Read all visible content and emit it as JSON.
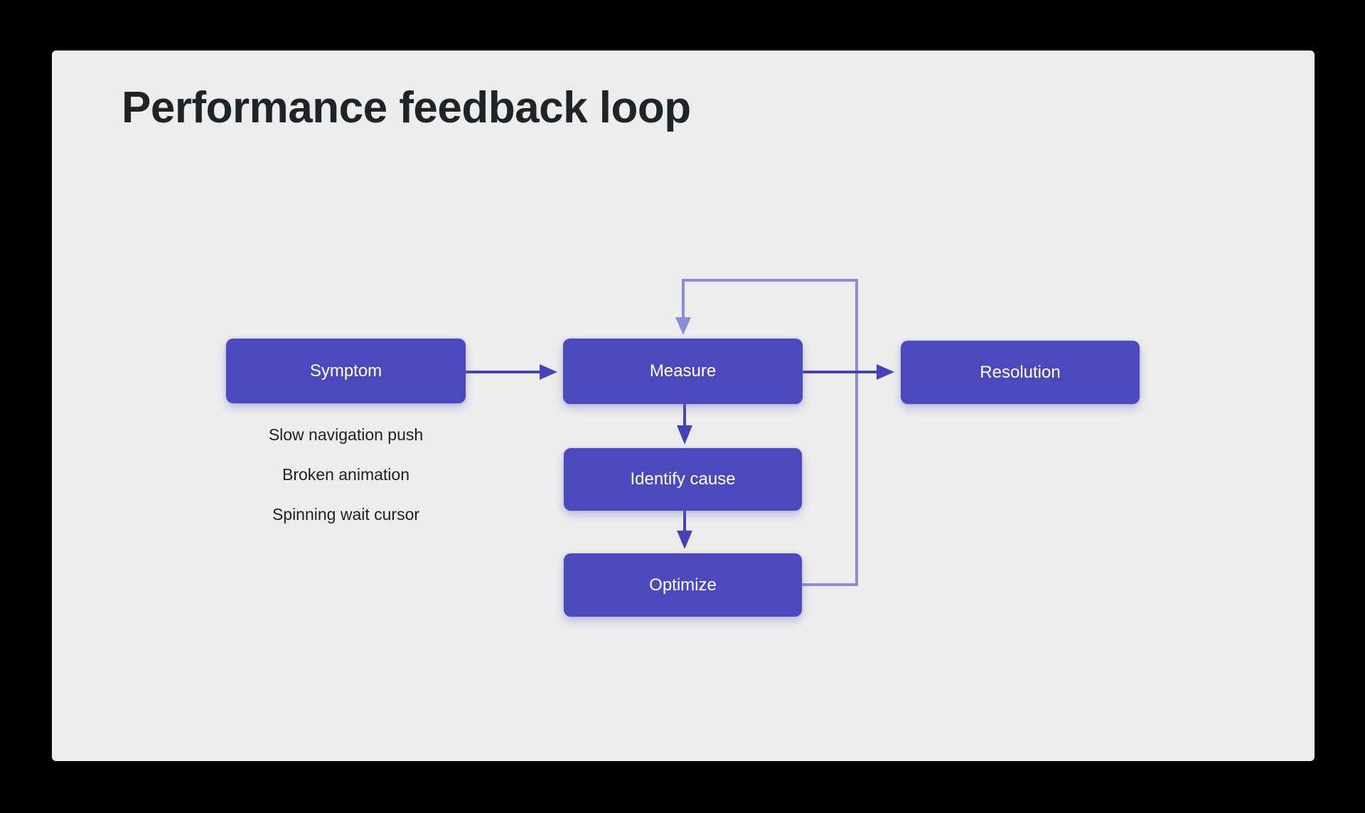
{
  "slide": {
    "title": "Performance feedback loop"
  },
  "diagram": {
    "nodes": [
      {
        "id": "symptom",
        "label": "Symptom"
      },
      {
        "id": "measure",
        "label": "Measure"
      },
      {
        "id": "resolution",
        "label": "Resolution"
      },
      {
        "id": "identify-cause",
        "label": "Identify cause"
      },
      {
        "id": "optimize",
        "label": "Optimize"
      }
    ],
    "symptom_examples": [
      "Slow navigation push",
      "Broken animation",
      "Spinning wait cursor"
    ],
    "edges": [
      {
        "from": "symptom",
        "to": "measure",
        "style": "solid-arrow"
      },
      {
        "from": "measure",
        "to": "resolution",
        "style": "solid-arrow"
      },
      {
        "from": "measure",
        "to": "identify-cause",
        "style": "solid-arrow"
      },
      {
        "from": "identify-cause",
        "to": "optimize",
        "style": "solid-arrow"
      },
      {
        "from": "optimize",
        "to": "measure",
        "style": "feedback-loop"
      }
    ]
  },
  "theme": {
    "canvas-black": "#000000",
    "slide-bg": "#ededee",
    "title-color": "#212427",
    "node-fill": "#4b49bb",
    "node-text": "#ffffff",
    "arrow-color": "#4742b6",
    "loop-color": "#8a8ed6",
    "list-text": "#1d2023"
  }
}
